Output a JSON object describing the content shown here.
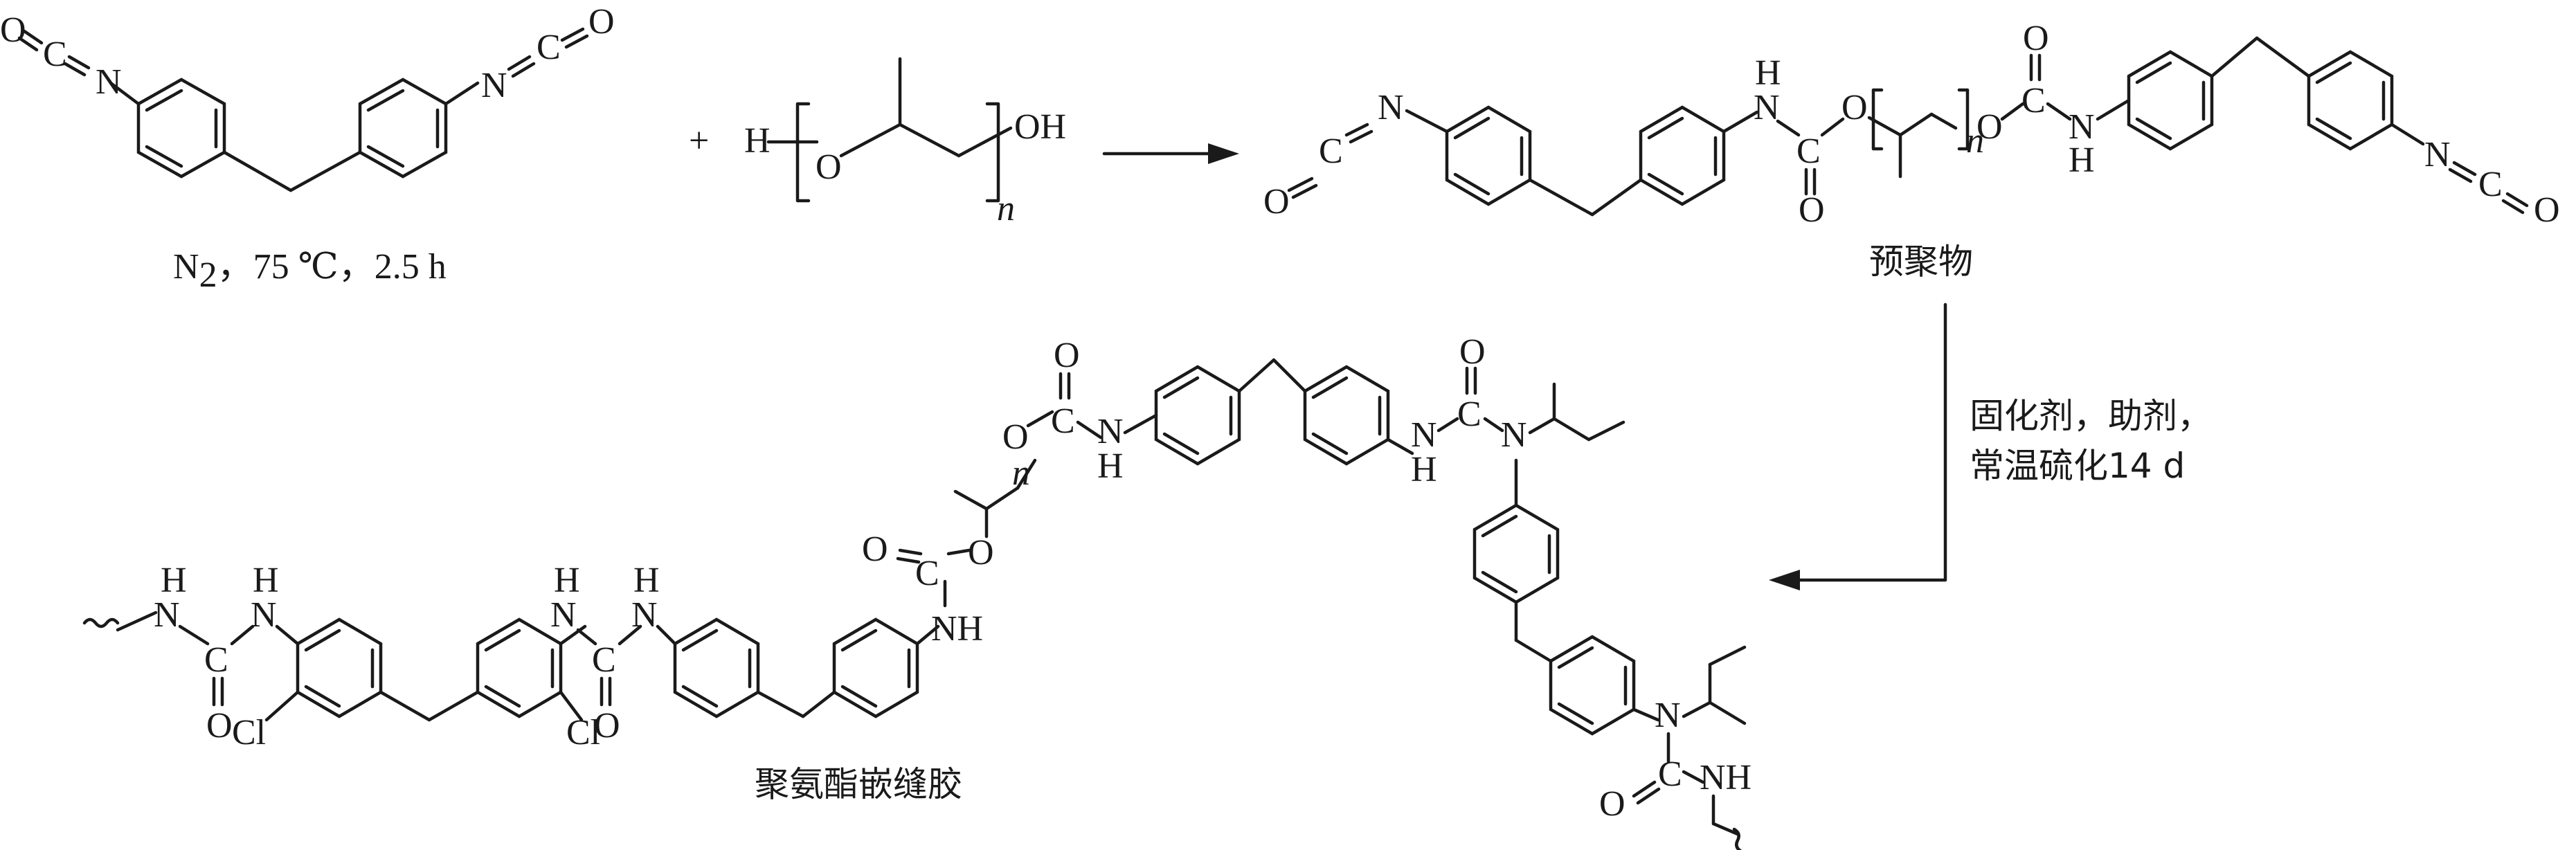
{
  "atoms": {
    "N": "N",
    "C": "C",
    "O": "O",
    "H": "H",
    "OH": "OH",
    "NH": "NH",
    "Cl": "Cl",
    "n": "n"
  },
  "symbols": {
    "plus": "+"
  },
  "reaction1": {
    "conditions_prefix": "N",
    "conditions_sub": "2",
    "conditions_rest": "，75 ℃，2.5 h"
  },
  "prepolymer": {
    "label": "预聚物"
  },
  "reaction2": {
    "conditions_line1": "固化剂，助剂，",
    "conditions_line2": "常温硫化14 d"
  },
  "product": {
    "label": "聚氨酯嵌缝胶"
  },
  "colors": {
    "ink": "#1a1a1a",
    "background": "#ffffff"
  }
}
